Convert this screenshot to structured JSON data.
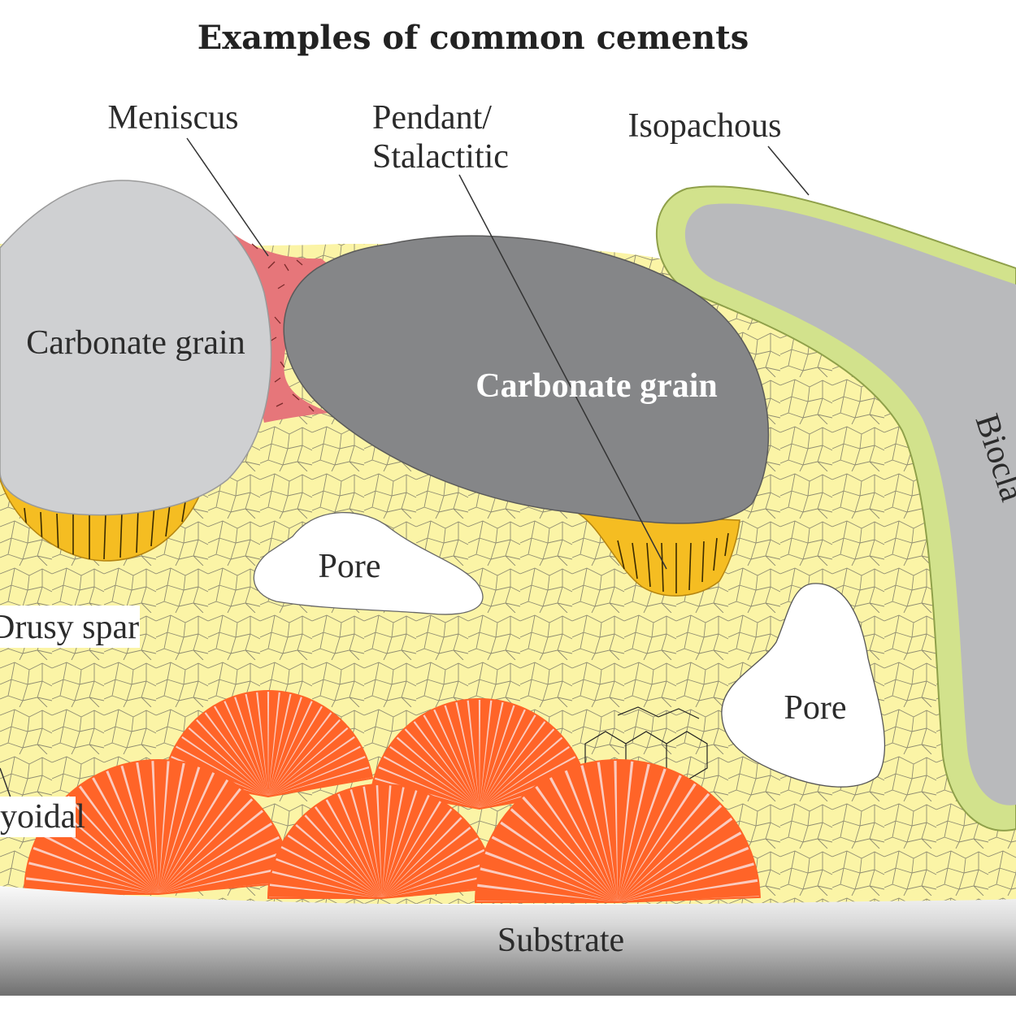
{
  "title": "Examples of common cements",
  "labels": {
    "meniscus": "Meniscus",
    "pendant_line1": "Pendant/",
    "pendant_line2": "Stalactitic",
    "isopachous": "Isopachous",
    "grain_left": "Carbonate grain",
    "grain_center": "Carbonate grain",
    "bioclast": "Biocla",
    "pore_left": "Pore",
    "pore_right": "Pore",
    "drusy": "Drusy spar",
    "botryoidal": "yoidal",
    "substrate": "Substrate"
  },
  "colors": {
    "matrix": "#fbf4a6",
    "grain_light": "#cfd0d2",
    "grain_dark": "#858688",
    "bioclast": "#b9babc",
    "isopachous_rim": "#d2e28c",
    "meniscus": "#e6767a",
    "pendant": "#f5bd22",
    "botryoidal_dark": "#ff6428",
    "botryoidal_light": "#fbcbbf",
    "pore": "#ffffff"
  }
}
